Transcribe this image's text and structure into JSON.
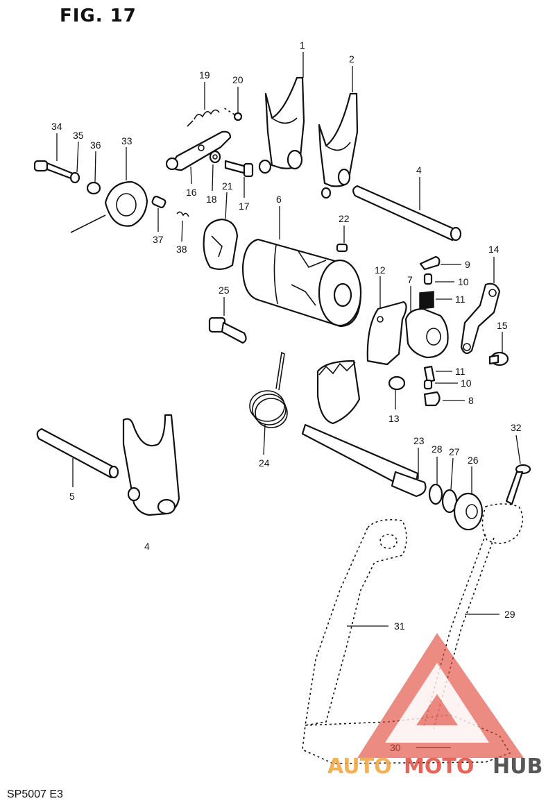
{
  "figure": {
    "title": "FIG. 17",
    "drawing_code": "SP5007 E3"
  },
  "callouts": [
    {
      "id": "1",
      "text": "1"
    },
    {
      "id": "2",
      "text": "2"
    },
    {
      "id": "4a",
      "text": "4"
    },
    {
      "id": "4b",
      "text": "4"
    },
    {
      "id": "5",
      "text": "5"
    },
    {
      "id": "6",
      "text": "6"
    },
    {
      "id": "7",
      "text": "7"
    },
    {
      "id": "8",
      "text": "8"
    },
    {
      "id": "9",
      "text": "9"
    },
    {
      "id": "10a",
      "text": "10"
    },
    {
      "id": "10b",
      "text": "10"
    },
    {
      "id": "11a",
      "text": "11"
    },
    {
      "id": "11b",
      "text": "11"
    },
    {
      "id": "12",
      "text": "12"
    },
    {
      "id": "13",
      "text": "13"
    },
    {
      "id": "14",
      "text": "14"
    },
    {
      "id": "15",
      "text": "15"
    },
    {
      "id": "16",
      "text": "16"
    },
    {
      "id": "17",
      "text": "17"
    },
    {
      "id": "18",
      "text": "18"
    },
    {
      "id": "19",
      "text": "19"
    },
    {
      "id": "20",
      "text": "20"
    },
    {
      "id": "21",
      "text": "21"
    },
    {
      "id": "22",
      "text": "22"
    },
    {
      "id": "23",
      "text": "23"
    },
    {
      "id": "24",
      "text": "24"
    },
    {
      "id": "25",
      "text": "25"
    },
    {
      "id": "26",
      "text": "26"
    },
    {
      "id": "27",
      "text": "27"
    },
    {
      "id": "28",
      "text": "28"
    },
    {
      "id": "29",
      "text": "29"
    },
    {
      "id": "30",
      "text": "30"
    },
    {
      "id": "31",
      "text": "31"
    },
    {
      "id": "32",
      "text": "32"
    },
    {
      "id": "33",
      "text": "33"
    },
    {
      "id": "34",
      "text": "34"
    },
    {
      "id": "35",
      "text": "35"
    },
    {
      "id": "36",
      "text": "36"
    },
    {
      "id": "37",
      "text": "37"
    },
    {
      "id": "38",
      "text": "38"
    }
  ],
  "watermark": {
    "part1": "AUTO",
    "part2": "MOTO",
    "part3": "HUB",
    "color_orange": "#f2a33a",
    "color_red": "#e24a3b",
    "color_dark": "#3a3a3a"
  }
}
